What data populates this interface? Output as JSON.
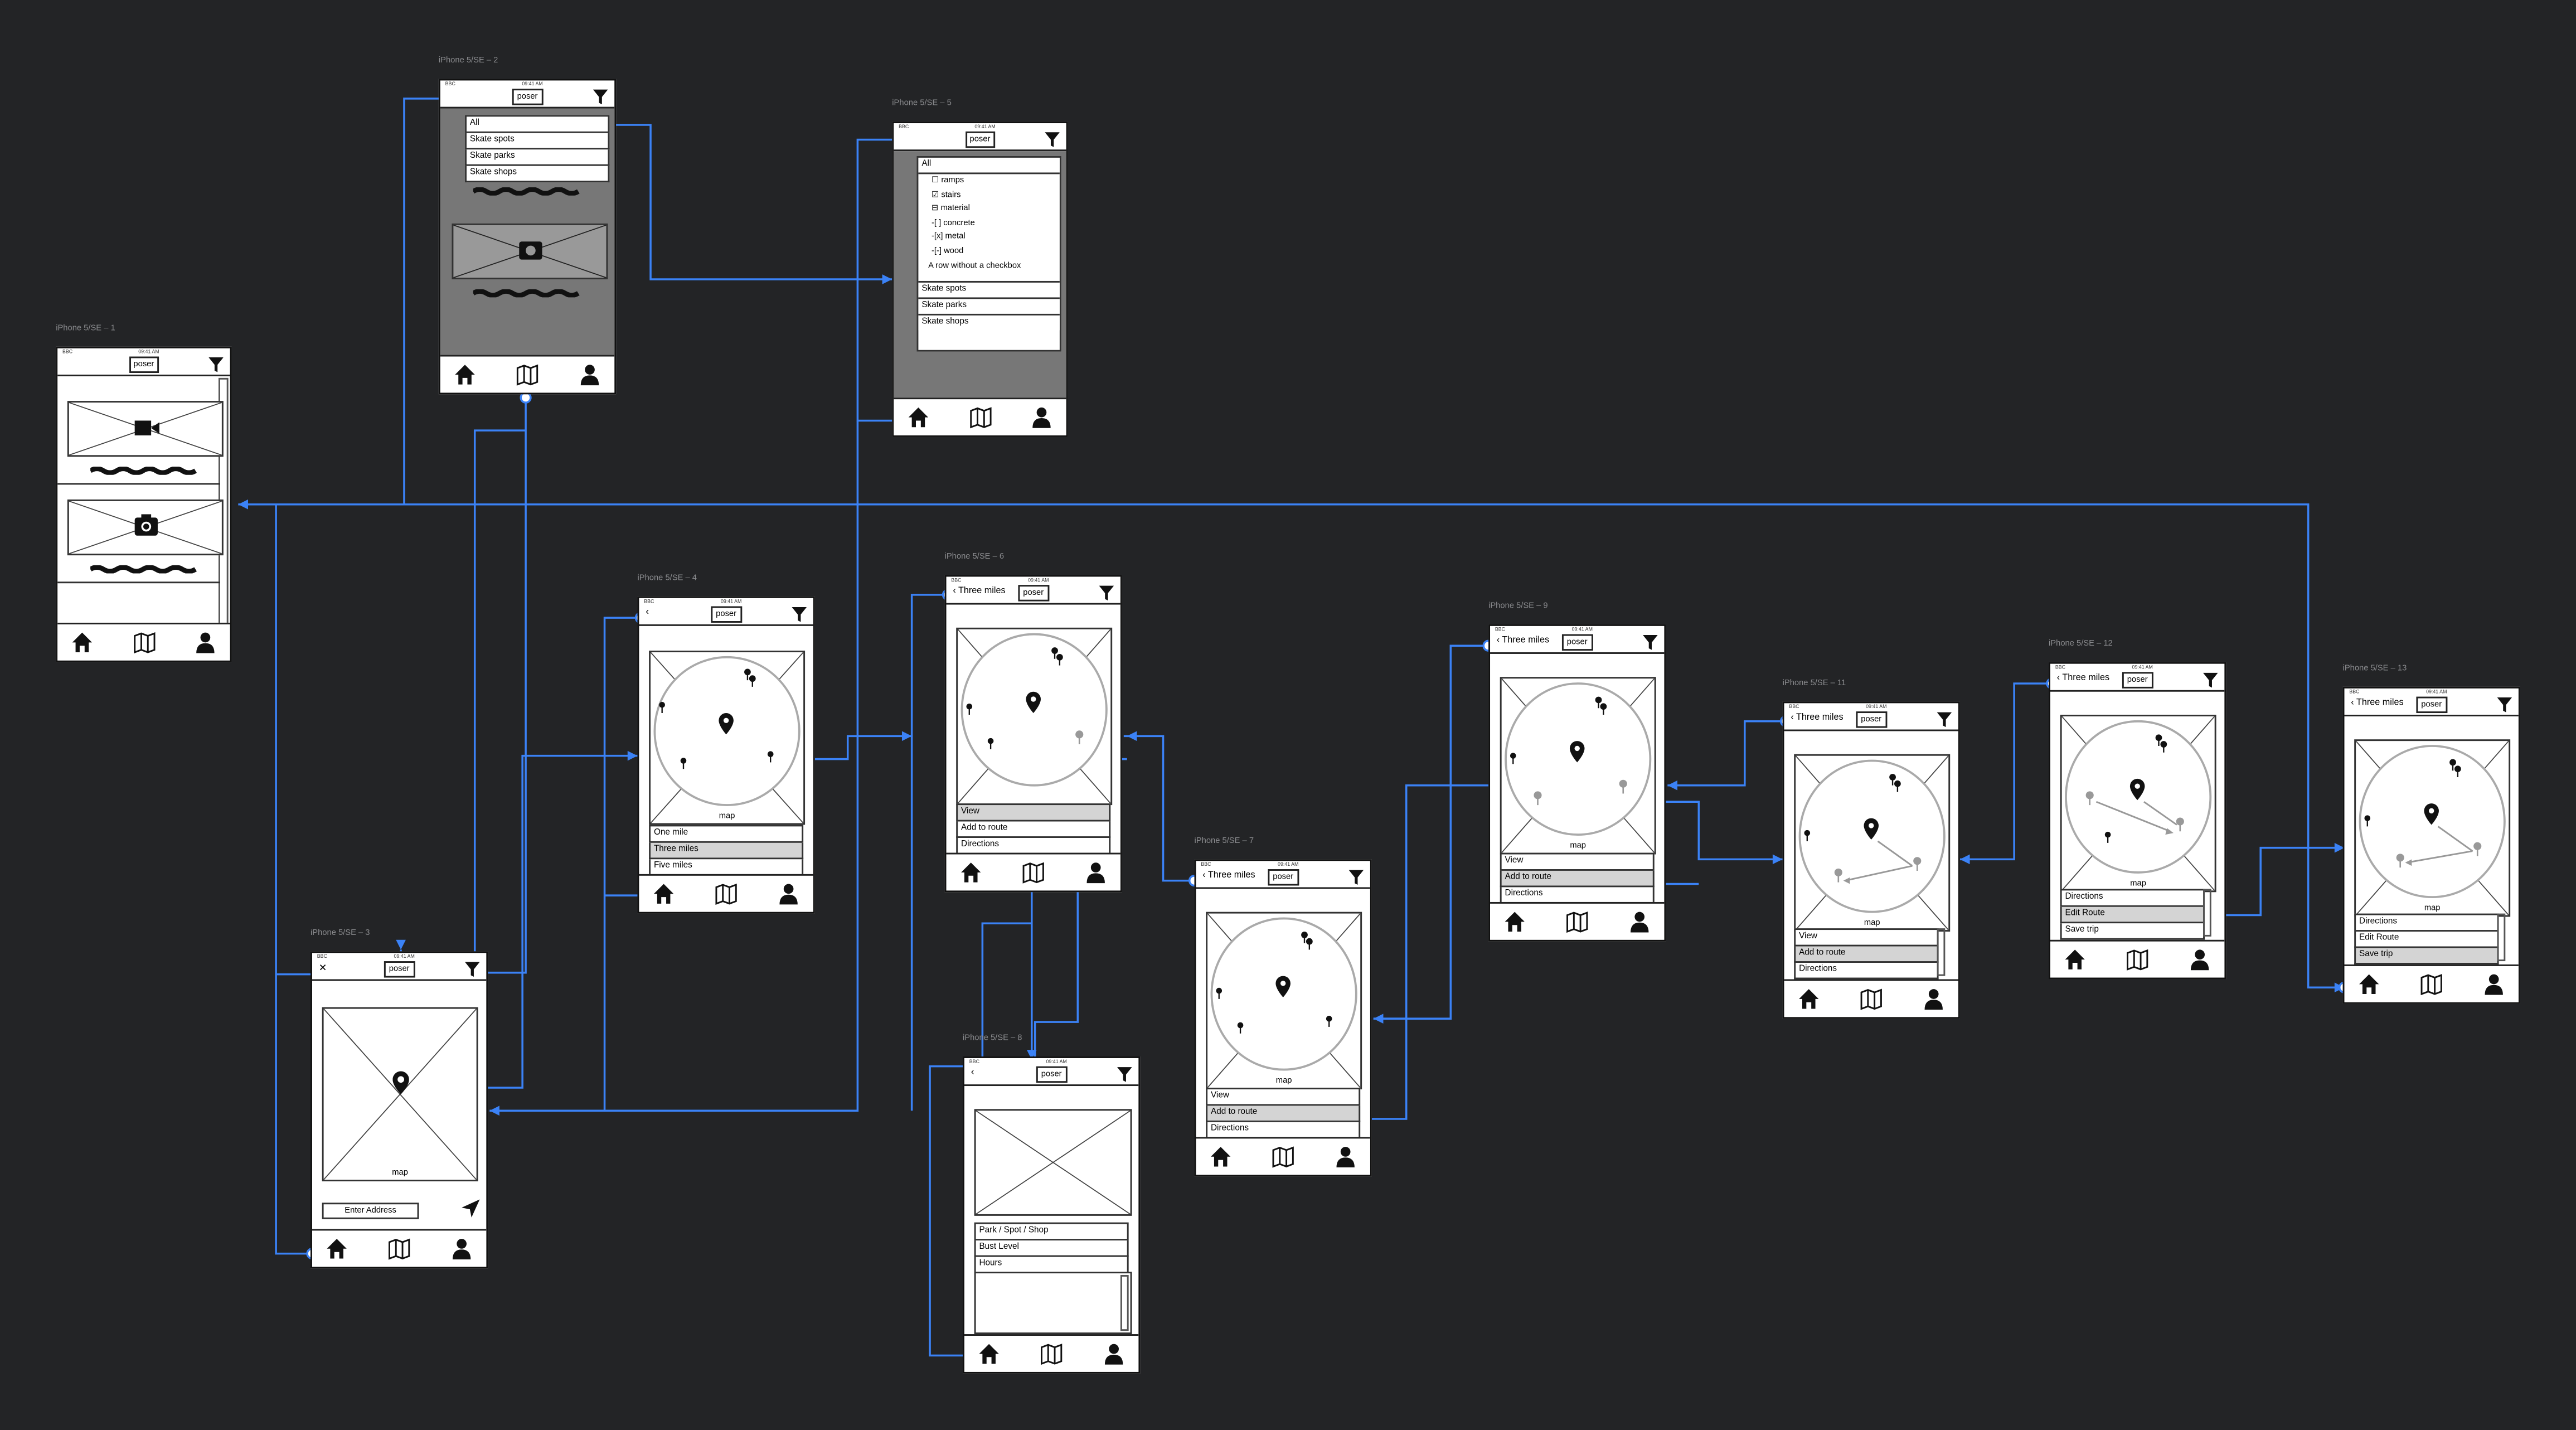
{
  "canvas": {
    "background": "#232426",
    "wire_color": "#3b82f6"
  },
  "status": {
    "carrier": "BBC",
    "time": "09:41 AM"
  },
  "brand": {
    "logo_text": "poser"
  },
  "icons": [
    "filter-icon",
    "home-icon",
    "map-icon",
    "user-icon",
    "camera-icon",
    "video-icon",
    "pin-icon",
    "navigate-icon",
    "chevron-left-icon"
  ],
  "frames": {
    "f1": "iPhone 5/SE – 1",
    "f2": "iPhone 5/SE – 2",
    "f3": "iPhone 5/SE – 3",
    "f4": "iPhone 5/SE – 4",
    "f5": "iPhone 5/SE – 5",
    "f6": "iPhone 5/SE – 6",
    "f7": "iPhone 5/SE – 7",
    "f8": "iPhone 5/SE – 8",
    "f9": "iPhone 5/SE – 9",
    "f11": "iPhone 5/SE – 11",
    "f12": "iPhone 5/SE – 12",
    "f13": "iPhone 5/SE – 13"
  },
  "filter_dropdown": {
    "items": [
      "All",
      "Skate spots",
      "Skate parks",
      "Skate shops"
    ]
  },
  "filter_expanded": {
    "all": "All",
    "options": [
      "ramps",
      "stairs",
      "material",
      "-[ ] concrete",
      "-[x] metal",
      "-[-] wood",
      "A row without a checkbox"
    ],
    "checks": [
      "☐",
      "☑",
      "⊟",
      "",
      "",
      "",
      ""
    ],
    "categories": [
      "Skate spots",
      "Skate parks",
      "Skate shops"
    ]
  },
  "map_search": {
    "map_label": "map",
    "address_button": "Enter Address"
  },
  "distance": {
    "map_label": "map",
    "options": [
      "One mile",
      "Three miles",
      "Five miles"
    ]
  },
  "back_label": "Three miles",
  "spot_actions": {
    "view": "View",
    "add": "Add to route",
    "directions": "Directions"
  },
  "route_actions": {
    "directions": "Directions",
    "edit": "Edit   Route",
    "save": "Save trip"
  },
  "route_actions_13": {
    "directions": "Directions",
    "edit": "Edit Route",
    "save": "Save trip"
  },
  "spot_detail": {
    "rows": [
      "Park / Spot / Shop",
      "Bust Level",
      "Hours"
    ]
  }
}
